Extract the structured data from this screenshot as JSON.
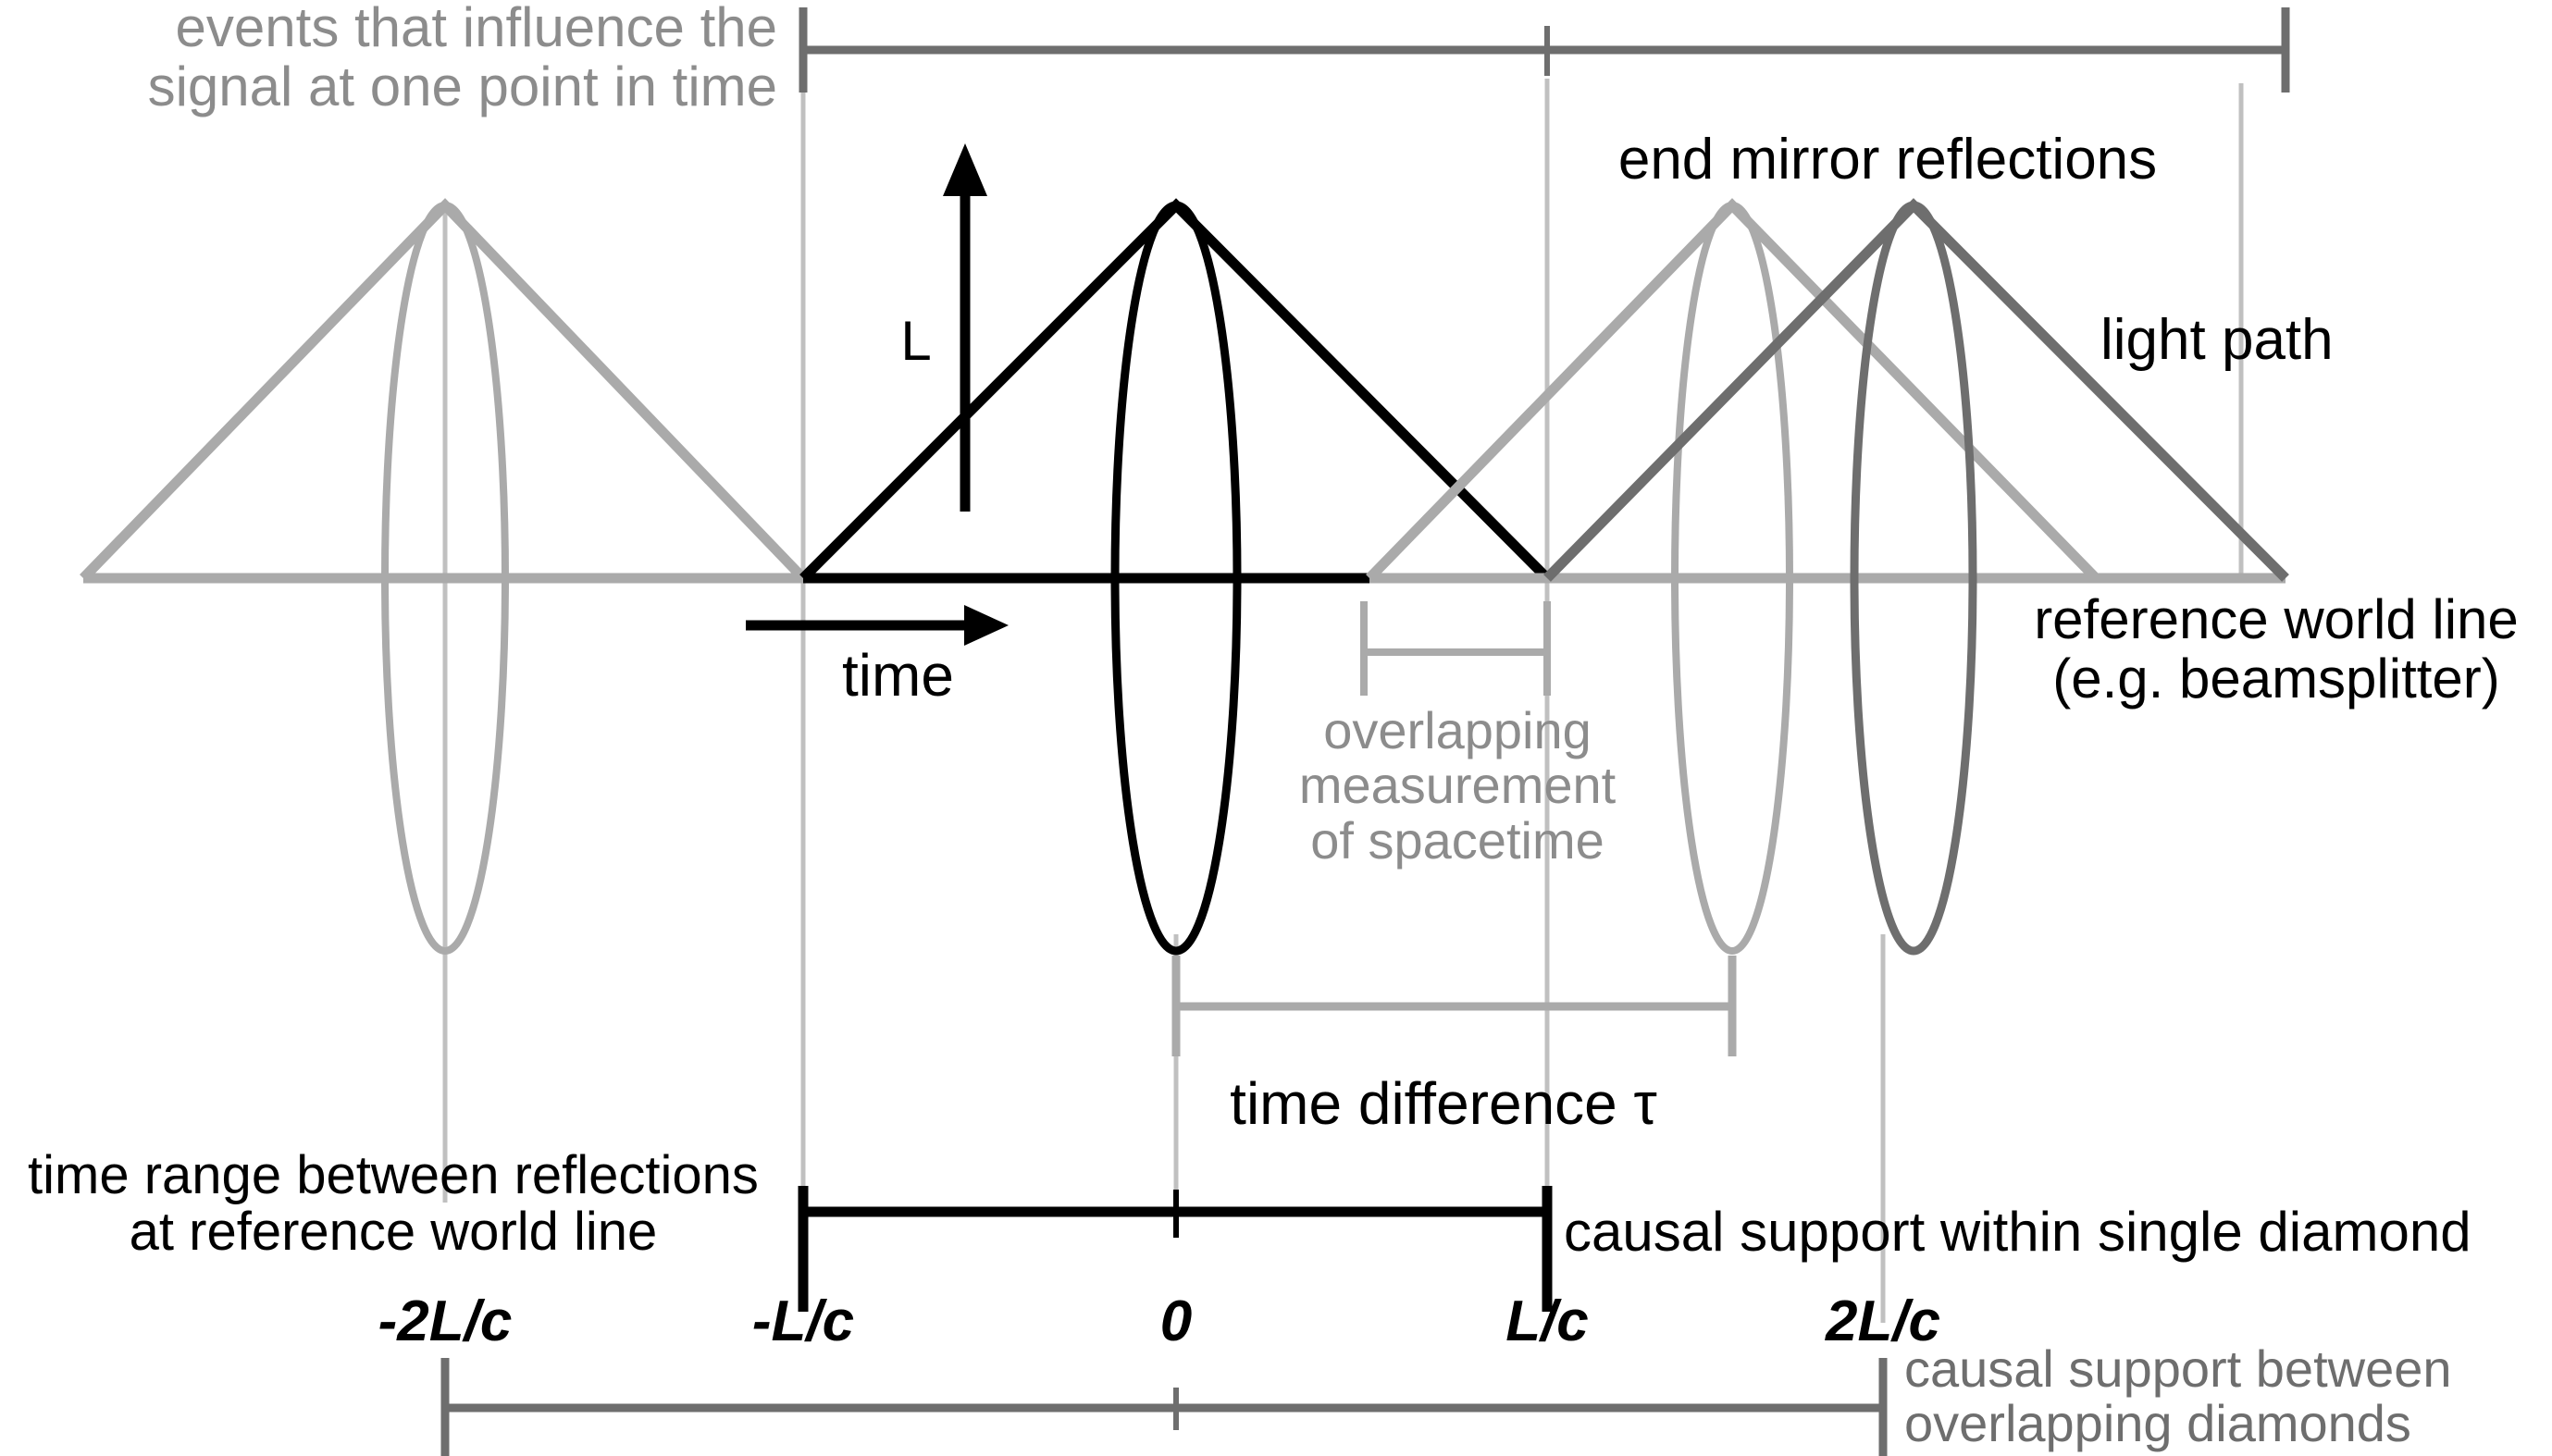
{
  "diagram": {
    "title": "Causal diamond spacetime diagram for interferometer light paths",
    "axis_label_time": "time",
    "axis_label_length": "L",
    "labels": {
      "top_left": "events that influence the\nsignal at one point in time",
      "end_mirror_reflections": "end mirror reflections",
      "light_path": "light path",
      "reference_world_line": "reference world line\n(e.g. beamsplitter)",
      "overlapping_measurement": "overlapping\nmeasurement\nof spacetime",
      "time_difference": "time difference τ",
      "time_range": "time range between reflections\nat reference world line",
      "causal_single": "causal support within single diamond",
      "causal_between": "causal support between\noverlapping diamonds"
    },
    "tick_labels": [
      "-2L/c",
      "-L/c",
      "0",
      "L/c",
      "2L/c"
    ],
    "colors": {
      "black": "#000000",
      "light_gray": "#aaaaaa",
      "mid_gray": "#8c8c8c",
      "dark_gray": "#6e6e6e",
      "faint_gray": "#c0c0c0"
    }
  },
  "chart_data": {
    "type": "line",
    "title": "Causal diamonds along a reference world line",
    "xlabel": "time",
    "ylabel": "L",
    "x_ticks": [
      "-2L/c",
      "-L/c",
      "0",
      "L/c",
      "2L/c"
    ],
    "x_tick_positions": [
      -2,
      -1,
      0,
      1,
      2
    ],
    "grid": false,
    "legend": "none",
    "series": [
      {
        "name": "diamond -L/c (light gray)",
        "center": -1.0,
        "half_width": 1.0,
        "color": "#aaaaaa",
        "peak": 1.0
      },
      {
        "name": "diamond 0 (black)",
        "center": 0.0,
        "half_width": 1.0,
        "color": "#000000",
        "peak": 1.0
      },
      {
        "name": "diamond 1.0 L/c (light gray)",
        "center": 1.0,
        "half_width": 1.0,
        "color": "#aaaaaa",
        "peak": 1.0
      },
      {
        "name": "diamond 1.45 L/c (dark gray)",
        "center": 1.45,
        "half_width": 1.0,
        "color": "#6e6e6e",
        "peak": 1.0
      }
    ],
    "annotations": [
      {
        "text": "events that influence the signal at one point in time",
        "from": -1.0,
        "to": 2.87
      },
      {
        "text": "time difference τ",
        "from": 0.0,
        "to": 1.45
      },
      {
        "text": "overlapping measurement of spacetime",
        "from": 0.45,
        "to": 1.0
      },
      {
        "text": "causal support within single diamond",
        "from": -1.0,
        "to": 1.0
      },
      {
        "text": "causal support between overlapping diamonds",
        "from": -2.0,
        "to": 2.0
      }
    ]
  }
}
